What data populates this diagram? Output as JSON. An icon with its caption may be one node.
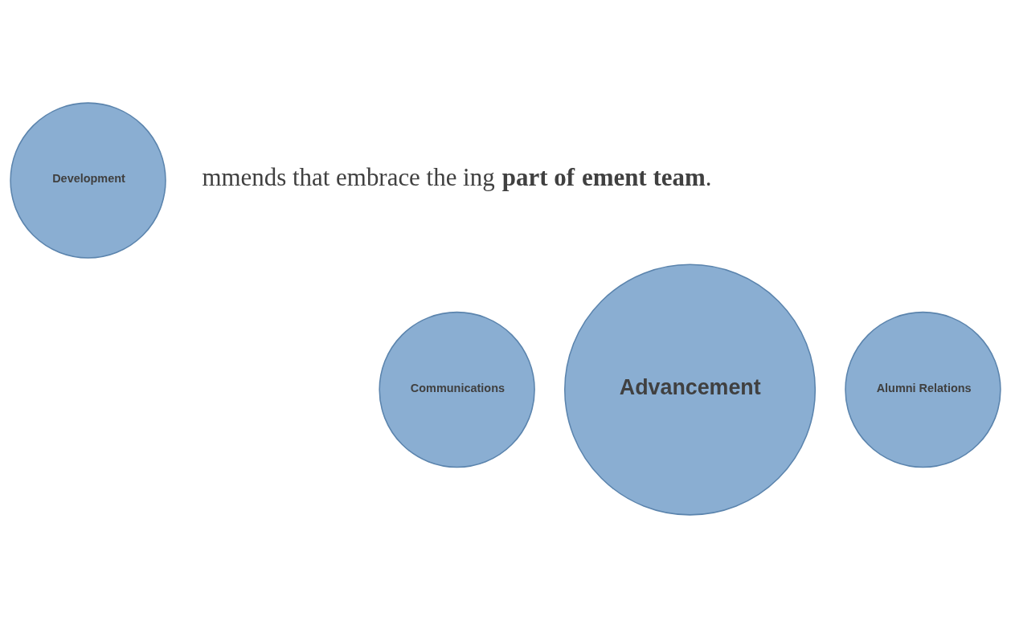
{
  "diagram": {
    "nodes": [
      {
        "text": [
          "Development"
        ]
      },
      {
        "text": [
          "Communications"
        ]
      },
      {
        "text": [
          "Advancement"
        ]
      },
      {
        "text": [
          "Alumni Relations"
        ]
      }
    ],
    "edges": [],
    "labels": [
      "mmends that embrace the ing **part of** **ement team**."
    ]
  }
}
